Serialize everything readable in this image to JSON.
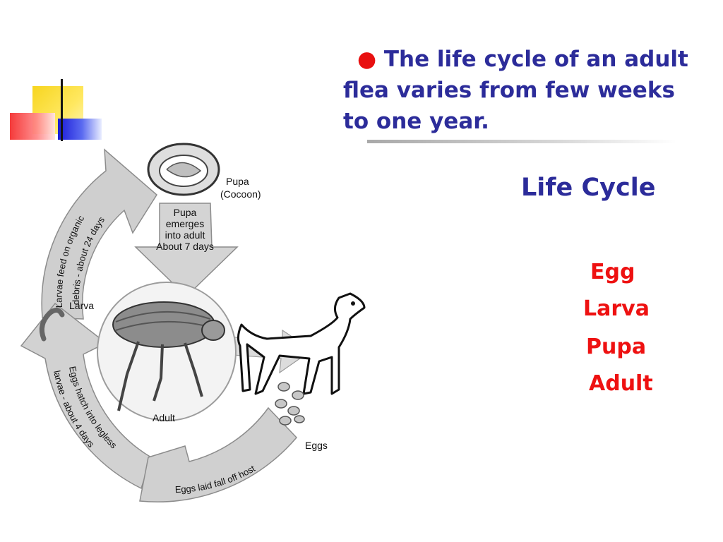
{
  "slide": {
    "bullet": "The life cycle of an adult flea  varies from few weeks to one  year.",
    "bullet_symbol": "●",
    "title": "Life Cycle",
    "stages": [
      "Egg",
      "Larva",
      "Pupa",
      "Adult"
    ]
  },
  "diagram": {
    "pupa_label_1": "Pupa",
    "pupa_label_2": "(Cocoon)",
    "emerge_1": "Pupa",
    "emerge_2": "emerges",
    "emerge_3": "into adult",
    "emerge_4": "About 7 days",
    "larvae_feed_1": "Larvae feed on organic",
    "larvae_feed_2": "debris - about 24 days",
    "larva_label": "Larva",
    "adult_label": "Adult",
    "eggs_hatch_1": "Eggs hatch into legless",
    "eggs_hatch_2": "larvae - about 4 days",
    "eggs_label": "Eggs",
    "eggs_laid": "Eggs laid fall off host"
  },
  "colors": {
    "title_blue": "#2c2c9a",
    "stage_red": "#ee1111",
    "arrow_gray": "#c8c8c8"
  }
}
